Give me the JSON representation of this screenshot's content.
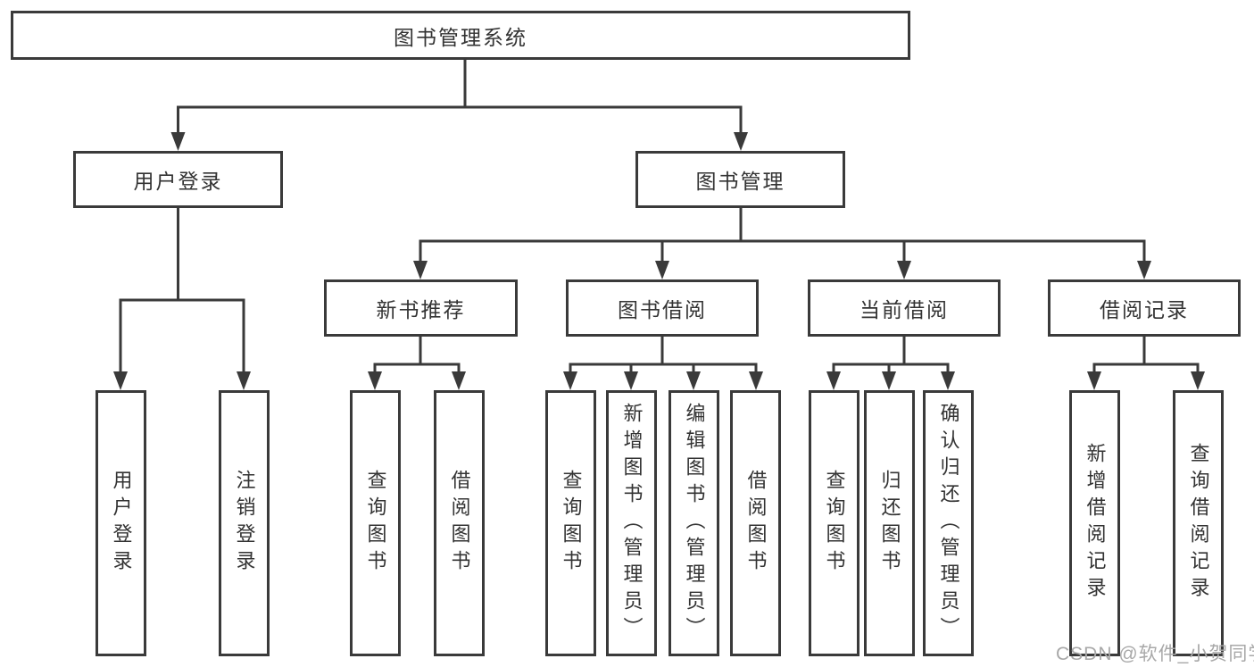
{
  "colors": {
    "line": "#3a3a3a",
    "text": "#333333",
    "watermark": "#a8a8a8",
    "bg": "#ffffff"
  },
  "tree": {
    "root": "图书管理系统",
    "branches": [
      {
        "label": "用户登录",
        "children": [
          {
            "label": "用户登录"
          },
          {
            "label": "注销登录"
          }
        ]
      },
      {
        "label": "图书管理",
        "children": [
          {
            "label": "新书推荐",
            "children": [
              {
                "label": "查询图书"
              },
              {
                "label": "借阅图书"
              }
            ]
          },
          {
            "label": "图书借阅",
            "children": [
              {
                "label": "查询图书"
              },
              {
                "label": "新增图书（管理员）"
              },
              {
                "label": "编辑图书（管理员）"
              },
              {
                "label": "借阅图书"
              }
            ]
          },
          {
            "label": "当前借阅",
            "children": [
              {
                "label": "查询图书"
              },
              {
                "label": "归还图书"
              },
              {
                "label": "确认归还（管理员）"
              }
            ]
          },
          {
            "label": "借阅记录",
            "children": [
              {
                "label": "新增借阅记录"
              },
              {
                "label": "查询借阅记录"
              }
            ]
          }
        ]
      }
    ]
  },
  "watermark": "CSDN @软件_小贺同学"
}
